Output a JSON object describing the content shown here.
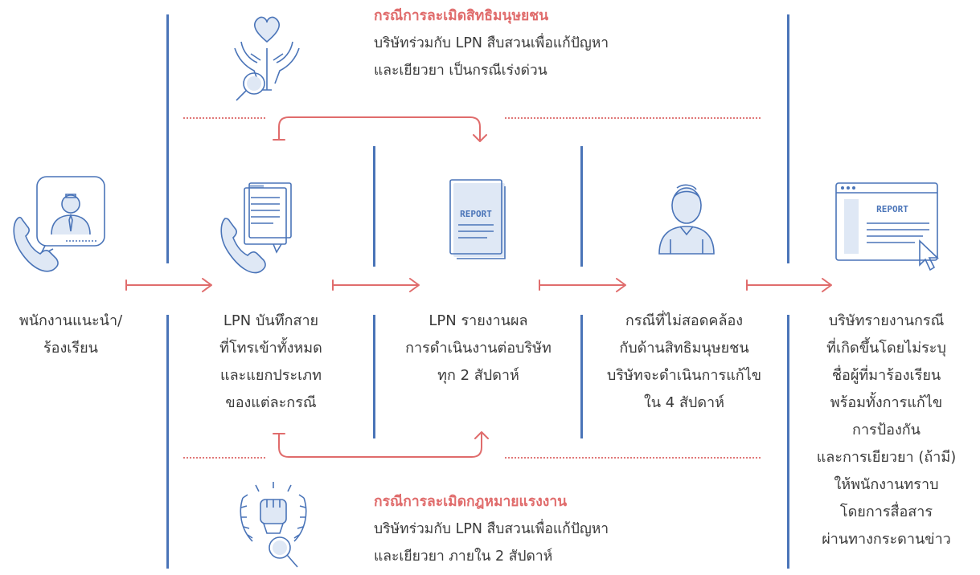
{
  "steps": [
    {
      "text": "พนักงานแนะนำ/\nร้องเรียน"
    },
    {
      "text": "LPN บันทึกสาย\nที่โทรเข้าทั้งหมด\nและแยกประเภท\nของแต่ละกรณี"
    },
    {
      "text": "LPN รายงานผล\nการดำเนินงานต่อบริษัท\nทุก 2 สัปดาห์"
    },
    {
      "text": "กรณีที่ไม่สอดคล้อง\nกับด้านสิทธิมนุษยชน\nบริษัทจะดำเนินการแก้ไข\nใน 4 สัปดาห์"
    },
    {
      "text": "บริษัทรายงานกรณี\nที่เกิดขึ้นโดยไม่ระบุ\nชื่อผู้ที่มาร้องเรียน\nพร้อมทั้งการแก้ไข\nการป้องกัน\nและการเยียวยา (ถ้ามี)\nให้พนักงานทราบ\nโดยการสื่อสาร\nผ่านทางกระดานข่าว"
    }
  ],
  "human_rights_case": {
    "title": "กรณีการละเมิดสิทธิมนุษยชน",
    "line1": "บริษัทร่วมกับ LPN สืบสวนเพื่อแก้ปัญหา",
    "line2": "และเยียวยา เป็นกรณีเร่งด่วน"
  },
  "labor_law_case": {
    "title": "กรณีการละเมิดกฎหมายแรงงาน",
    "line1": "บริษัทร่วมกับ LPN สืบสวนเพื่อแก้ปัญหา",
    "line2": "และเยียวยา ภายใน 2 สัปดาห์"
  },
  "report_label": "REPORT",
  "colors": {
    "blue": "#4a74b8",
    "red": "#e06c6c",
    "text": "#3a3a3a"
  }
}
